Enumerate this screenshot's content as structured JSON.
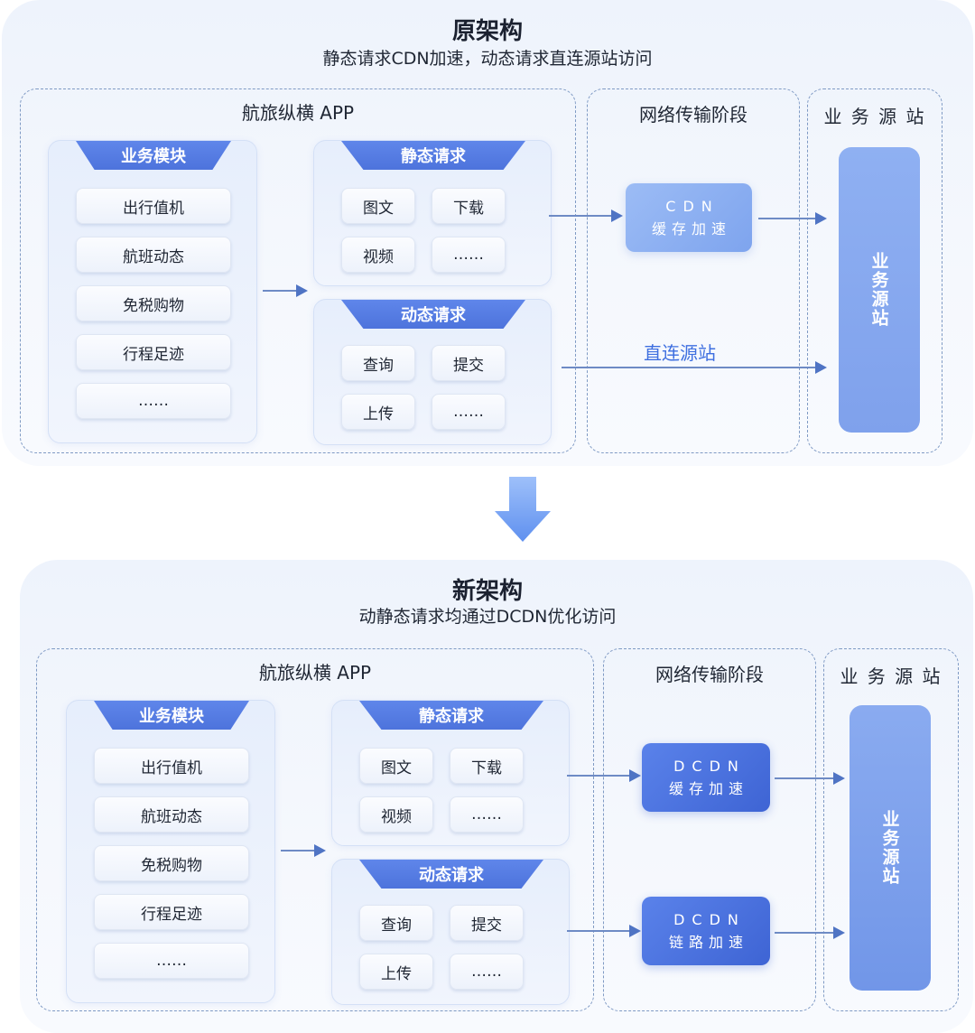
{
  "old": {
    "title": "原架构",
    "subtitle": "静态请求CDN加速，动态请求直连源站访问",
    "app_title": "航旅纵横 APP",
    "network_title": "网络传输阶段",
    "origin_title": "业 务 源 站",
    "business": {
      "tab": "业务模块",
      "items": [
        "出行值机",
        "航班动态",
        "免税购物",
        "行程足迹",
        "……"
      ]
    },
    "static": {
      "tab": "静态请求",
      "items": [
        "图文",
        "下载",
        "视频",
        "……"
      ]
    },
    "dynamic": {
      "tab": "动态请求",
      "items": [
        "查询",
        "提交",
        "上传",
        "……"
      ]
    },
    "cdn": {
      "line1": "CDN",
      "line2": "缓存加速"
    },
    "direct_label": "直连源站",
    "origin_text": "业务源站"
  },
  "new": {
    "title": "新架构",
    "subtitle": "动静态请求均通过DCDN优化访问",
    "app_title": "航旅纵横 APP",
    "network_title": "网络传输阶段",
    "origin_title": "业 务 源 站",
    "business": {
      "tab": "业务模块",
      "items": [
        "出行值机",
        "航班动态",
        "免税购物",
        "行程足迹",
        "……"
      ]
    },
    "static": {
      "tab": "静态请求",
      "items": [
        "图文",
        "下载",
        "视频",
        "……"
      ]
    },
    "dynamic": {
      "tab": "动态请求",
      "items": [
        "查询",
        "提交",
        "上传",
        "……"
      ]
    },
    "dcdn_cache": {
      "line1": "DCDN",
      "line2": "缓存加速"
    },
    "dcdn_link": {
      "line1": "DCDN",
      "line2": "链路加速"
    },
    "origin_text": "业务源站"
  },
  "colors": {
    "accent": "#4d73dc",
    "direct_label": "#3e6fe0",
    "arrow": "#6e8bc5"
  }
}
